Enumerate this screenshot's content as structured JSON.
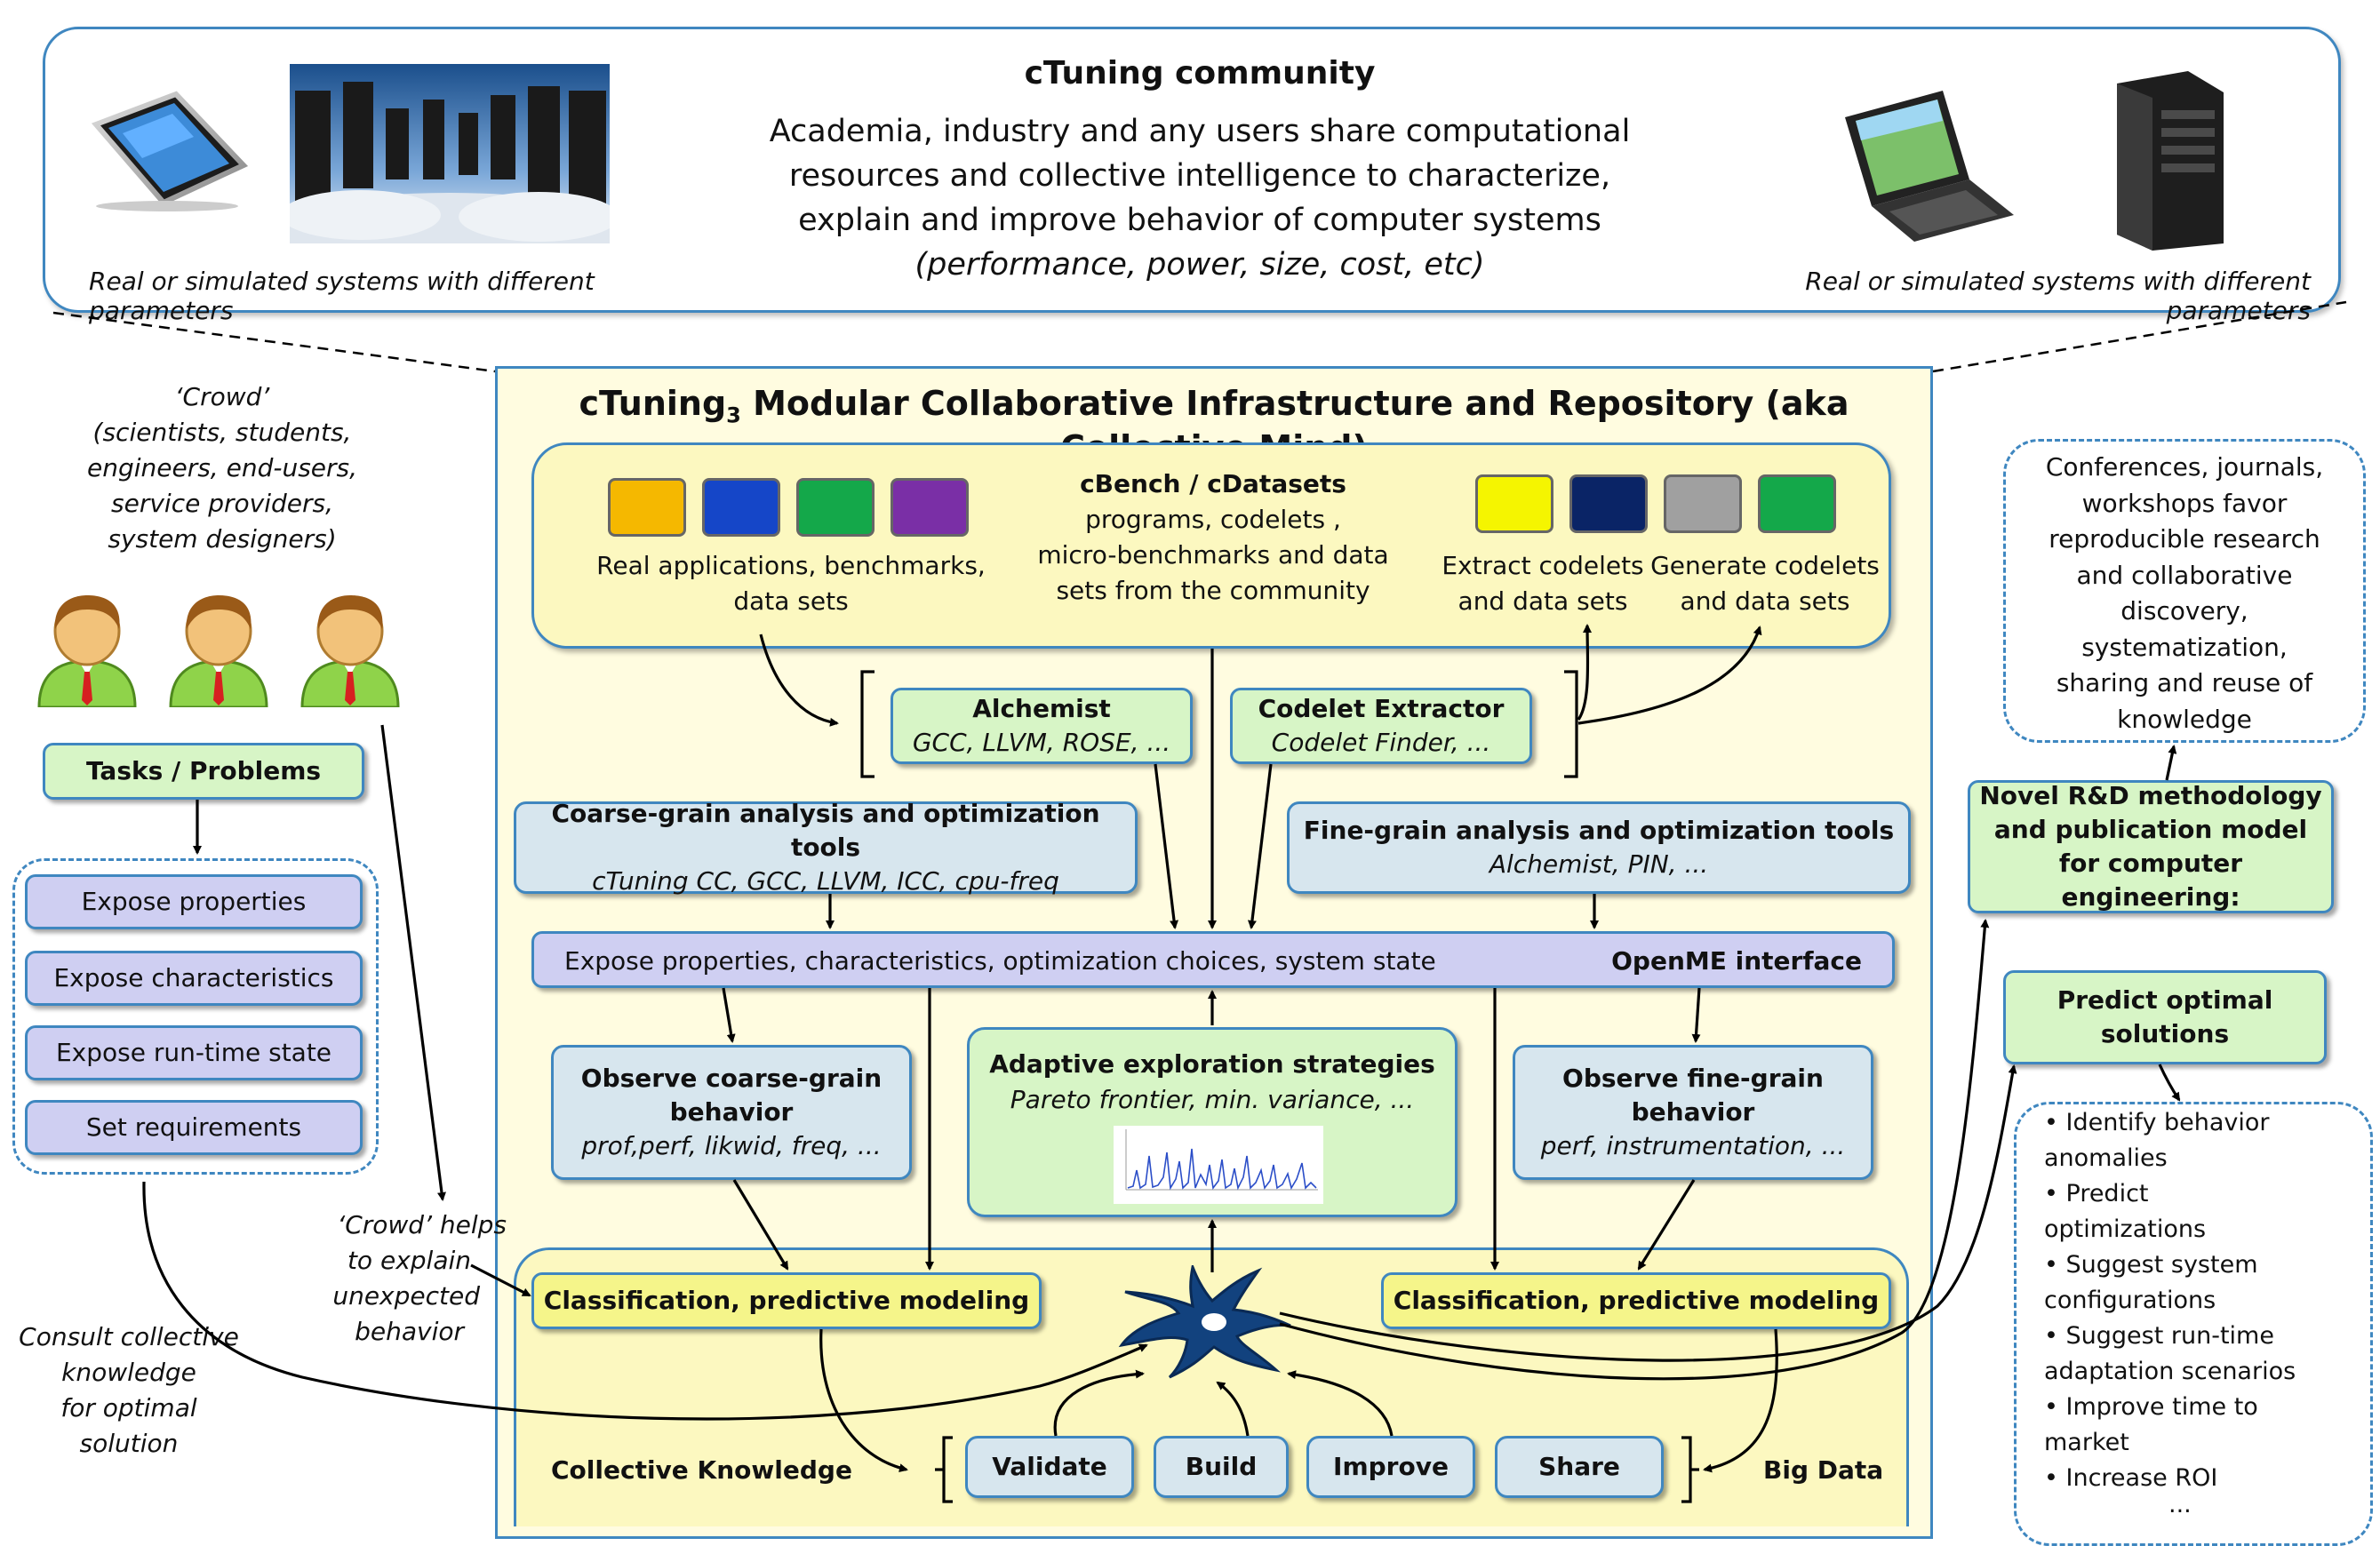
{
  "community": {
    "title": "cTuning community",
    "line1": "Academia, industry and any users share computational",
    "line2": "resources  and collective intelligence to characterize,",
    "line3": "explain and improve behavior of computer systems",
    "line4": "(performance, power, size, cost, etc)",
    "left_caption": "Real or simulated systems with different parameters",
    "right_caption": "Real or simulated systems with different parameters"
  },
  "infra": {
    "title_pre": "cTuning",
    "title_sub": "3",
    "title_post": " Modular Collaborative Infrastructure and Repository (aka Collective Mind)"
  },
  "cbench": {
    "title": "cBench / cDatasets",
    "line1": "programs, codelets ,",
    "line2": "micro-benchmarks and data",
    "line3": "sets from the community",
    "real_apps_1": "Real applications, benchmarks,",
    "real_apps_2": "data sets",
    "extract_1": "Extract codelets",
    "extract_2": "and data sets",
    "generate_1": "Generate codelets",
    "generate_2": "and data sets",
    "swatch_colors_left": [
      "#f5b800",
      "#1546c8",
      "#14a84a",
      "#7a2fa6"
    ],
    "swatch_colors_right": [
      "#f5f500",
      "#0a2466",
      "#a0a0a0",
      "#14a84a"
    ]
  },
  "alchemist": {
    "title": "Alchemist",
    "sub": "GCC, LLVM, ROSE, ..."
  },
  "codelet_extractor": {
    "title": "Codelet Extractor",
    "sub": "Codelet Finder, ..."
  },
  "coarse_tools": {
    "title": "Coarse-grain analysis and optimization tools",
    "sub": "cTuning CC, GCC, LLVM, ICC, cpu-freq"
  },
  "fine_tools": {
    "title": "Fine-grain analysis  and optimization tools",
    "sub": "Alchemist, PIN, ..."
  },
  "openme": {
    "text": "Expose properties, characteristics, optimization choices, system state",
    "label": "OpenME interface"
  },
  "observe_coarse": {
    "l1": "Observe coarse-grain",
    "l2": "behavior",
    "sub": "prof,perf, likwid, freq, ..."
  },
  "adaptive": {
    "title": "Adaptive exploration strategies",
    "sub": "Pareto frontier, min. variance, ..."
  },
  "observe_fine": {
    "l1": "Observe fine-grain",
    "l2": "behavior",
    "sub": "perf, instrumentation, ..."
  },
  "classification_left": "Classification, predictive modeling",
  "classification_right": "Classification, predictive modeling",
  "collective_knowledge": "Collective Knowledge",
  "big_data": "Big Data",
  "actions": [
    "Validate",
    "Build",
    "Improve",
    "Share"
  ],
  "crowd": {
    "l1": "‘Crowd’",
    "l2": "(scientists, students,",
    "l3": "engineers, end-users,",
    "l4": "service providers,",
    "l5": "system designers)"
  },
  "tasks": "Tasks / Problems",
  "expose_items": [
    "Expose properties",
    "Expose characteristics",
    "Expose run-time state",
    "Set requirements"
  ],
  "crowd_helps": {
    "l1": "‘Crowd’ helps",
    "l2": "to explain",
    "l3": "unexpected",
    "l4": "behavior"
  },
  "consult": {
    "l1": "Consult collective",
    "l2": "knowledge",
    "l3": "for optimal",
    "l4": "solution"
  },
  "conferences": {
    "lines": [
      "Conferences, journals,",
      "workshops favor",
      "reproducible research",
      "and collaborative",
      "discovery,",
      "systematization,",
      "sharing and reuse of",
      "knowledge"
    ]
  },
  "novel": {
    "l1": "Novel R&D methodology",
    "l2": "and publication model",
    "l3": "for computer engineering:"
  },
  "predict": {
    "l1": "Predict optimal",
    "l2": "solutions"
  },
  "bullets": {
    "lines": [
      "• Identify behavior",
      "anomalies",
      "• Predict",
      "optimizations",
      "• Suggest system",
      "configurations",
      "• Suggest run-time",
      "adaptation scenarios",
      "• Improve time to",
      "market",
      "• Increase ROI",
      "..."
    ]
  }
}
